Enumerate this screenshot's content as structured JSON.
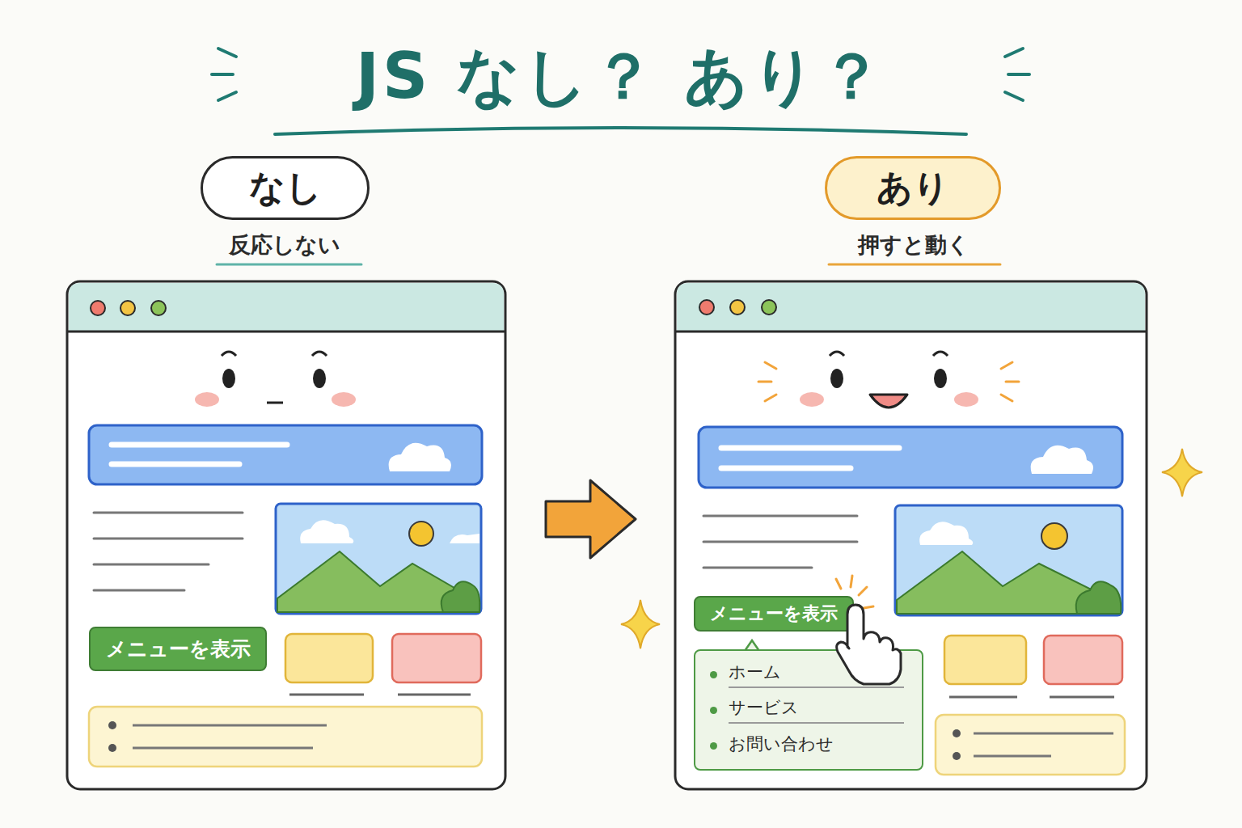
{
  "diagram": {
    "title": "JS なし？ あり？",
    "nodes": [
      {
        "text": [
          "なし"
        ]
      },
      {
        "text": [
          "あり"
        ]
      },
      {
        "text": [
          "メニューを表示"
        ]
      },
      {
        "text": [
          "メニューを表示"
        ]
      },
      {
        "text": [
          "ホーム",
          "サービス",
          "お問い合わせ"
        ]
      }
    ],
    "labels": [
      "反応しない",
      "押すと動く"
    ]
  }
}
